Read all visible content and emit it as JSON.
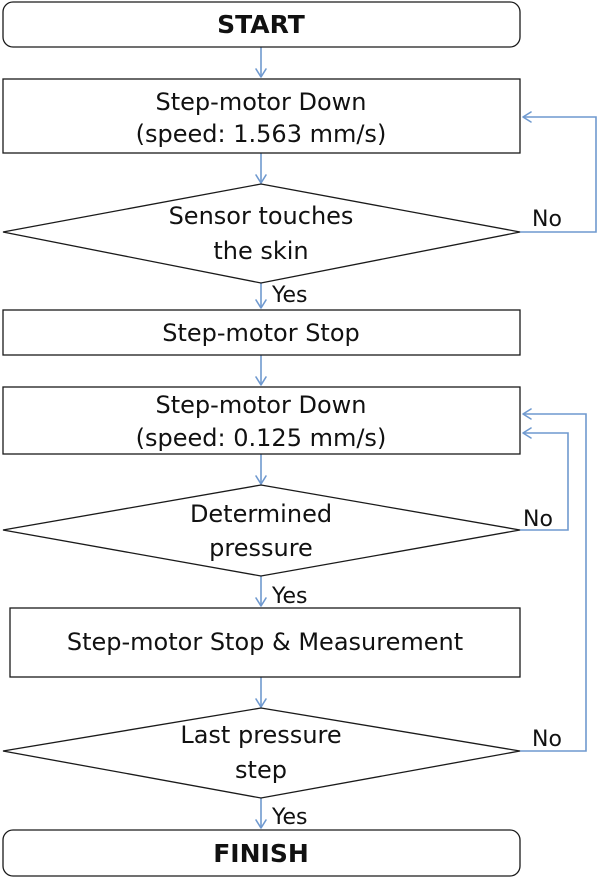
{
  "flowchart": {
    "start": "START",
    "motor_down_1": {
      "line1": "Step-motor Down",
      "line2": "(speed: 1.563 mm/s)"
    },
    "decision_touch": {
      "line1": "Sensor touches",
      "line2": "the skin",
      "yes_label": "Yes",
      "no_label": "No"
    },
    "motor_stop": "Step-motor Stop",
    "motor_down_2": {
      "line1": "Step-motor Down",
      "line2": "(speed: 0.125 mm/s)"
    },
    "decision_pressure": {
      "line1": "Determined",
      "line2": "pressure",
      "yes_label": "Yes",
      "no_label": "No"
    },
    "stop_measure": "Step-motor Stop & Measurement",
    "decision_last": {
      "line1": "Last pressure",
      "line2": "step",
      "yes_label": "Yes",
      "no_label": "No"
    },
    "finish": "FINISH"
  }
}
